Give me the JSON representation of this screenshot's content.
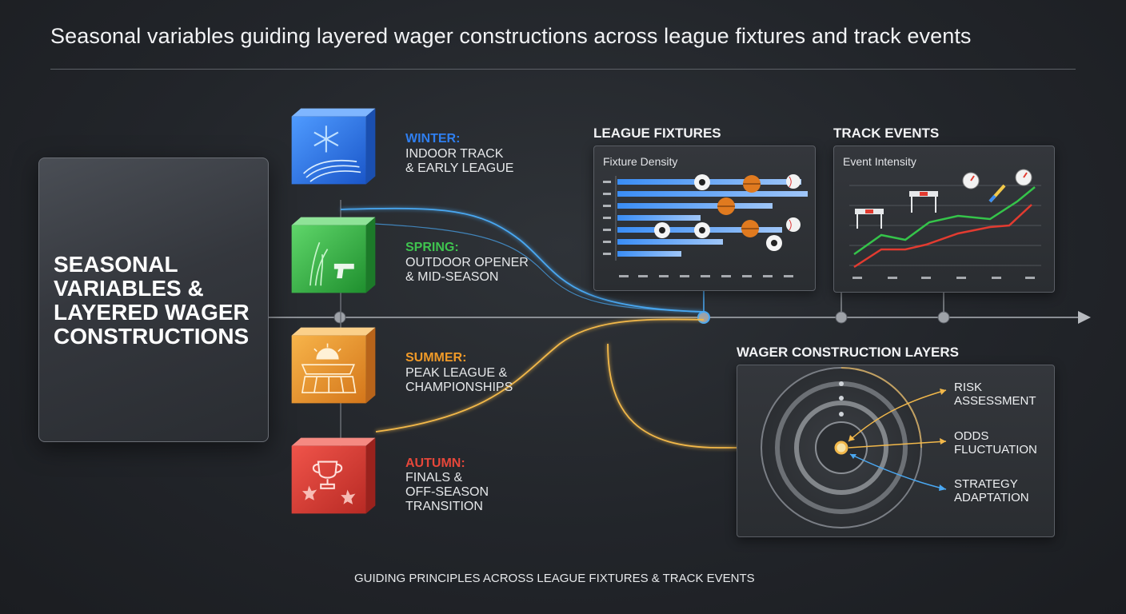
{
  "header": {
    "title": "Seasonal variables guiding layered wager constructions across league fixtures and track events"
  },
  "main_card": {
    "title": "SEASONAL VARIABLES & LAYERED WAGER CONSTRUCTIONS"
  },
  "seasons": [
    {
      "title": "WINTER:",
      "lines": [
        "INDOOR TRACK",
        "& EARLY LEAGUE"
      ],
      "color": "#2f7ff0",
      "icon": "snowflake-icon"
    },
    {
      "title": "SPRING:",
      "lines": [
        "OUTDOOR OPENER",
        "& MID-SEASON"
      ],
      "color": "#3fc44f",
      "icon": "starter-pistol-icon"
    },
    {
      "title": "SUMMER:",
      "lines": [
        "PEAK LEAGUE &",
        "CHAMPIONSHIPS"
      ],
      "color": "#f09a28",
      "icon": "sun-stadium-icon"
    },
    {
      "title": "AUTUMN:",
      "lines": [
        "FINALS &",
        "OFF-SEASON",
        "TRANSITION"
      ],
      "color": "#e6473a",
      "icon": "trophy-icon"
    }
  ],
  "league_panel": {
    "heading": "LEAGUE FIXTURES",
    "subtitle": "Fixture Density"
  },
  "track_panel": {
    "heading": "TRACK EVENTS",
    "subtitle": "Event Intensity"
  },
  "wager_panel": {
    "heading": "WAGER CONSTRUCTION LAYERS",
    "layers": [
      {
        "lines": [
          "RISK",
          "ASSESSMENT"
        ],
        "color": "#f2b84a"
      },
      {
        "lines": [
          "ODDS",
          "FLUCTUATION"
        ],
        "color": "#f2b84a"
      },
      {
        "lines": [
          "STRATEGY",
          "ADAPTATION"
        ],
        "color": "#4aa8f2"
      }
    ]
  },
  "footer": {
    "text": "GUIDING PRINCIPLES ACROSS LEAGUE FIXTURES & TRACK EVENTS"
  },
  "colors": {
    "winter": "#2f7ff0",
    "spring": "#3fc44f",
    "summer": "#f09a28",
    "autumn": "#e6473a",
    "connector_blue": "#4aa8f2",
    "connector_orange": "#f2b84a"
  }
}
